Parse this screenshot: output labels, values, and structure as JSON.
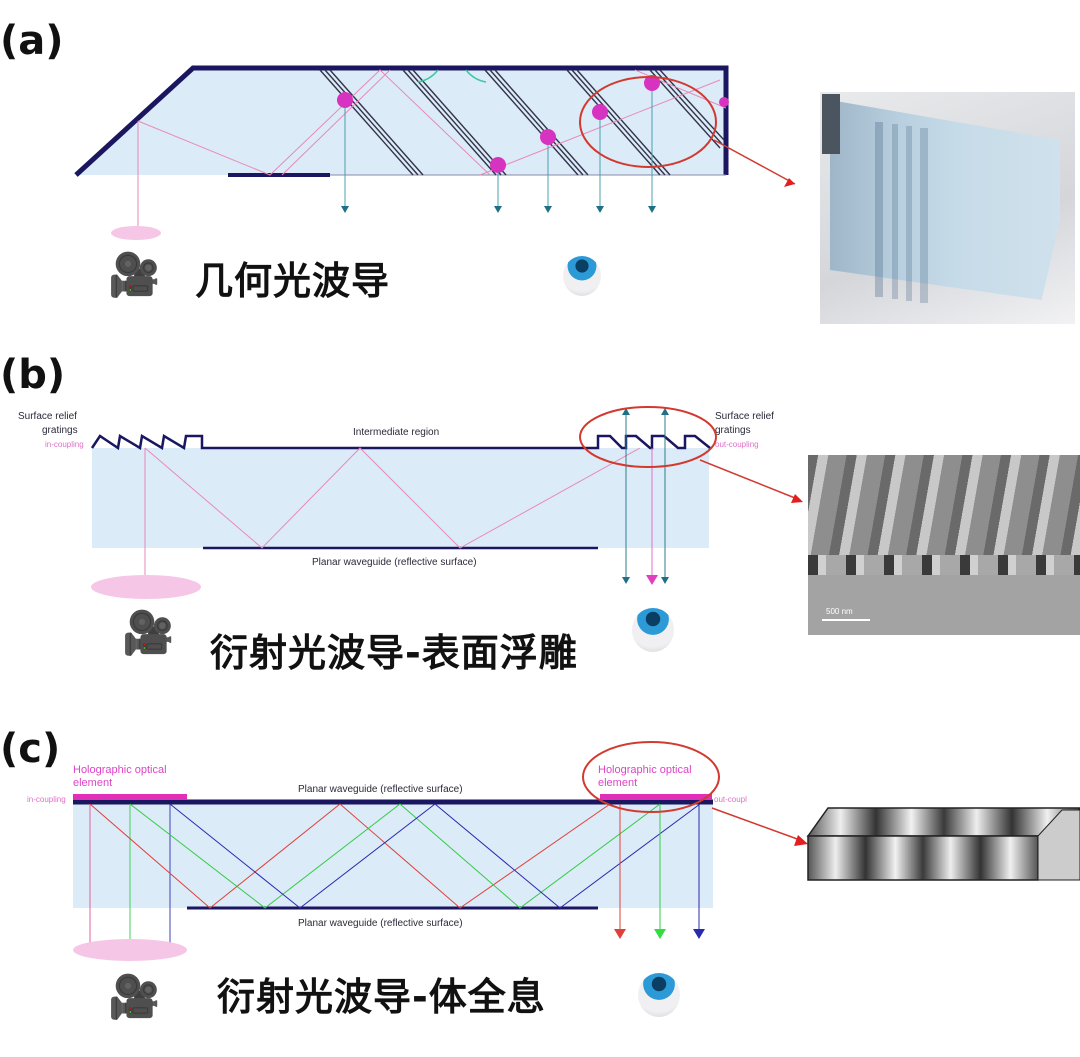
{
  "panels": [
    {
      "id": "a",
      "label": "(a)",
      "title": "几何光波导",
      "icons": {
        "projector": "movie-camera-icon",
        "eye": "eyeball-icon"
      },
      "photo": "geometric-waveguide-lens-photo"
    },
    {
      "id": "b",
      "label": "(b)",
      "title": "衍射光波导-表面浮雕",
      "labels": {
        "left_grating": "Surface relief",
        "left_grating2": "gratings",
        "in_coupling": "in-coupling",
        "intermediate": "Intermediate region",
        "right_grating": "Surface relief",
        "right_grating2": "gratings",
        "out_coupling": "out-coupling",
        "bottom": "Planar waveguide (reflective surface)"
      },
      "sem_scale": "500 nm",
      "icons": {
        "projector": "movie-camera-icon",
        "eye": "eyeball-icon"
      }
    },
    {
      "id": "c",
      "label": "(c)",
      "title": "衍射光波导-体全息",
      "labels": {
        "hoe_left": "Holographic optical",
        "hoe_left2": "element",
        "in_coupling": "in-coupling",
        "top": "Planar waveguide (reflective surface)",
        "hoe_right": "Holographic optical",
        "hoe_right2": "element",
        "out_coupling": "out-coupl",
        "bottom": "Planar waveguide (reflective surface)"
      },
      "icons": {
        "projector": "movie-camera-icon",
        "eye": "eyeball-icon"
      }
    }
  ],
  "colors": {
    "waveguide_fill": "#dcebf8",
    "edge": "#1a1660",
    "ray_pink": "#e88ab8",
    "magenta": "#d633c0",
    "highlight_red": "#d23a30",
    "teal_arrow": "#2a7f8f",
    "red_ray": "#e0403a",
    "green_ray": "#33cc44",
    "blue_ray": "#2a2ab0"
  }
}
